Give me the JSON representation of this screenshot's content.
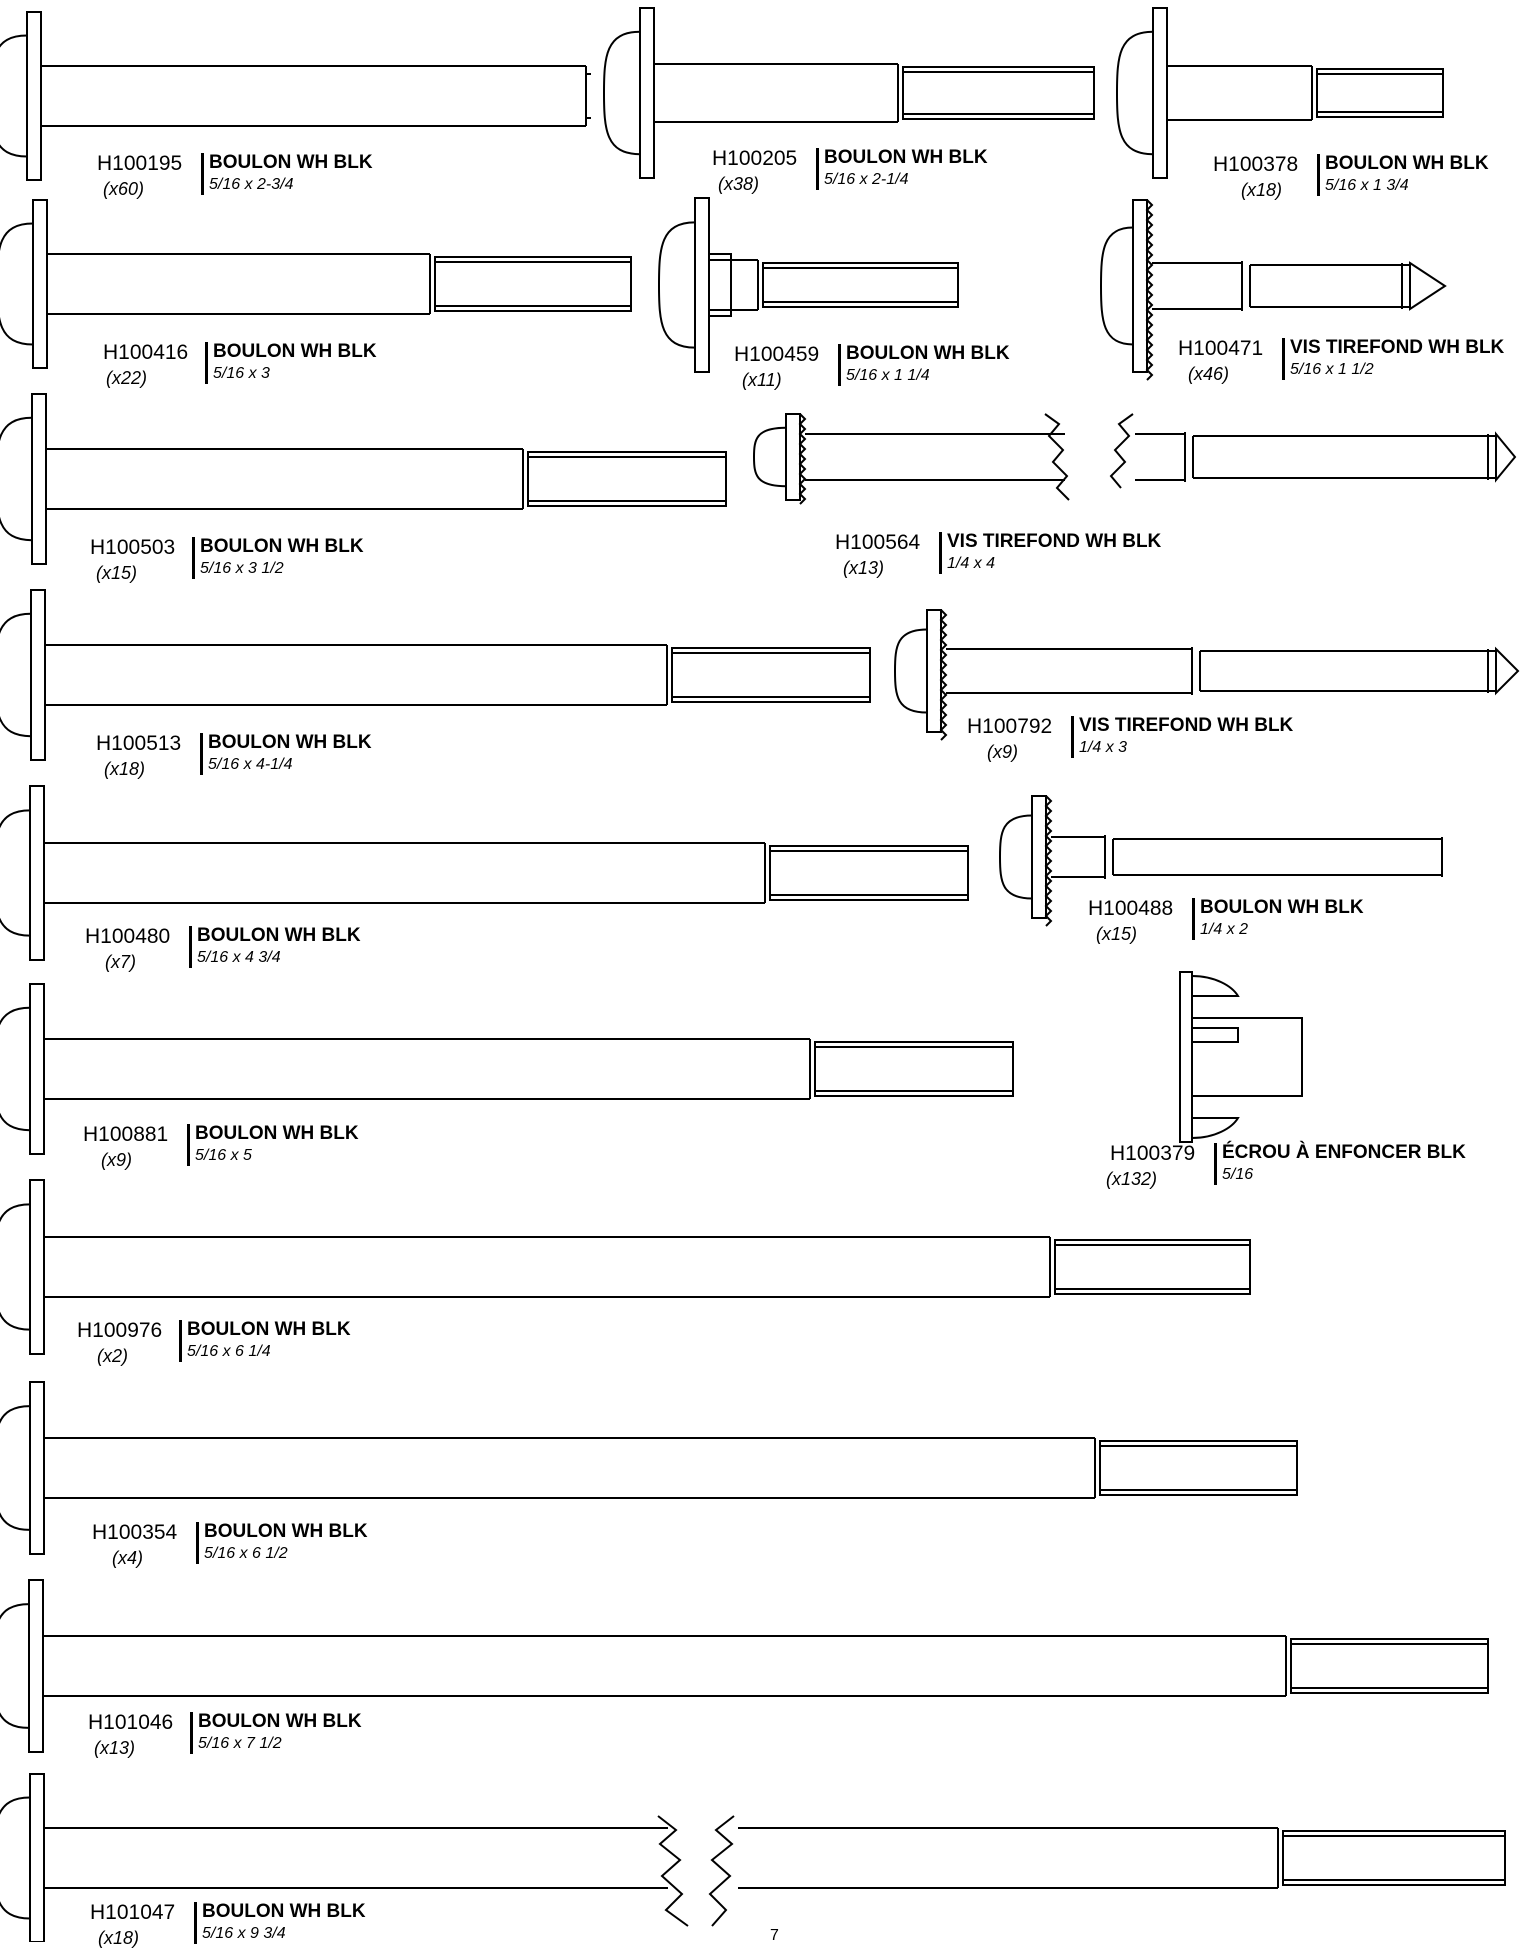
{
  "parts": [
    {
      "code": "H100195",
      "qty": "(x60)",
      "desc": "BOULON WH BLK",
      "size": "5/16 x 2-3/4"
    },
    {
      "code": "H100205",
      "qty": "(x38)",
      "desc": "BOULON WH BLK",
      "size": "5/16 x 2-1/4"
    },
    {
      "code": "H100378",
      "qty": "(x18)",
      "desc": "BOULON WH BLK",
      "size": "5/16 x 1 3/4"
    },
    {
      "code": "H100416",
      "qty": "(x22)",
      "desc": "BOULON WH BLK",
      "size": "5/16 x 3"
    },
    {
      "code": "H100459",
      "qty": "(x11)",
      "desc": "BOULON WH BLK",
      "size": "5/16 x 1 1/4"
    },
    {
      "code": "H100471",
      "qty": "(x46)",
      "desc": "VIS TIREFOND WH BLK",
      "size": "5/16 x 1 1/2"
    },
    {
      "code": "H100503",
      "qty": "(x15)",
      "desc": "BOULON WH BLK",
      "size": "5/16 x 3 1/2"
    },
    {
      "code": "H100564",
      "qty": "(x13)",
      "desc": "VIS TIREFOND WH BLK",
      "size": "1/4 x 4"
    },
    {
      "code": "H100513",
      "qty": "(x18)",
      "desc": "BOULON WH BLK",
      "size": "5/16 x 4-1/4"
    },
    {
      "code": "H100792",
      "qty": "(x9)",
      "desc": "VIS TIREFOND WH BLK",
      "size": "1/4 x 3"
    },
    {
      "code": "H100480",
      "qty": "(x7)",
      "desc": "BOULON WH BLK",
      "size": "5/16 x 4 3/4"
    },
    {
      "code": "H100488",
      "qty": "(x15)",
      "desc": "BOULON WH BLK",
      "size": "1/4 x 2"
    },
    {
      "code": "H100881",
      "qty": "(x9)",
      "desc": "BOULON WH BLK",
      "size": "5/16 x 5"
    },
    {
      "code": "H100379",
      "qty": "(x132)",
      "desc": "ÉCROU À ENFONCER BLK",
      "size": "5/16"
    },
    {
      "code": "H100976",
      "qty": "(x2)",
      "desc": "BOULON WH BLK",
      "size": "5/16 x 6 1/4"
    },
    {
      "code": "H100354",
      "qty": "(x4)",
      "desc": "BOULON WH BLK",
      "size": "5/16 x 6 1/2"
    },
    {
      "code": "H101046",
      "qty": "(x13)",
      "desc": "BOULON WH BLK",
      "size": "5/16 x 7 1/2"
    },
    {
      "code": "H101047",
      "qty": "(x18)",
      "desc": "BOULON WH BLK",
      "size": "5/16 x 9 3/4"
    }
  ],
  "page_number": "7"
}
